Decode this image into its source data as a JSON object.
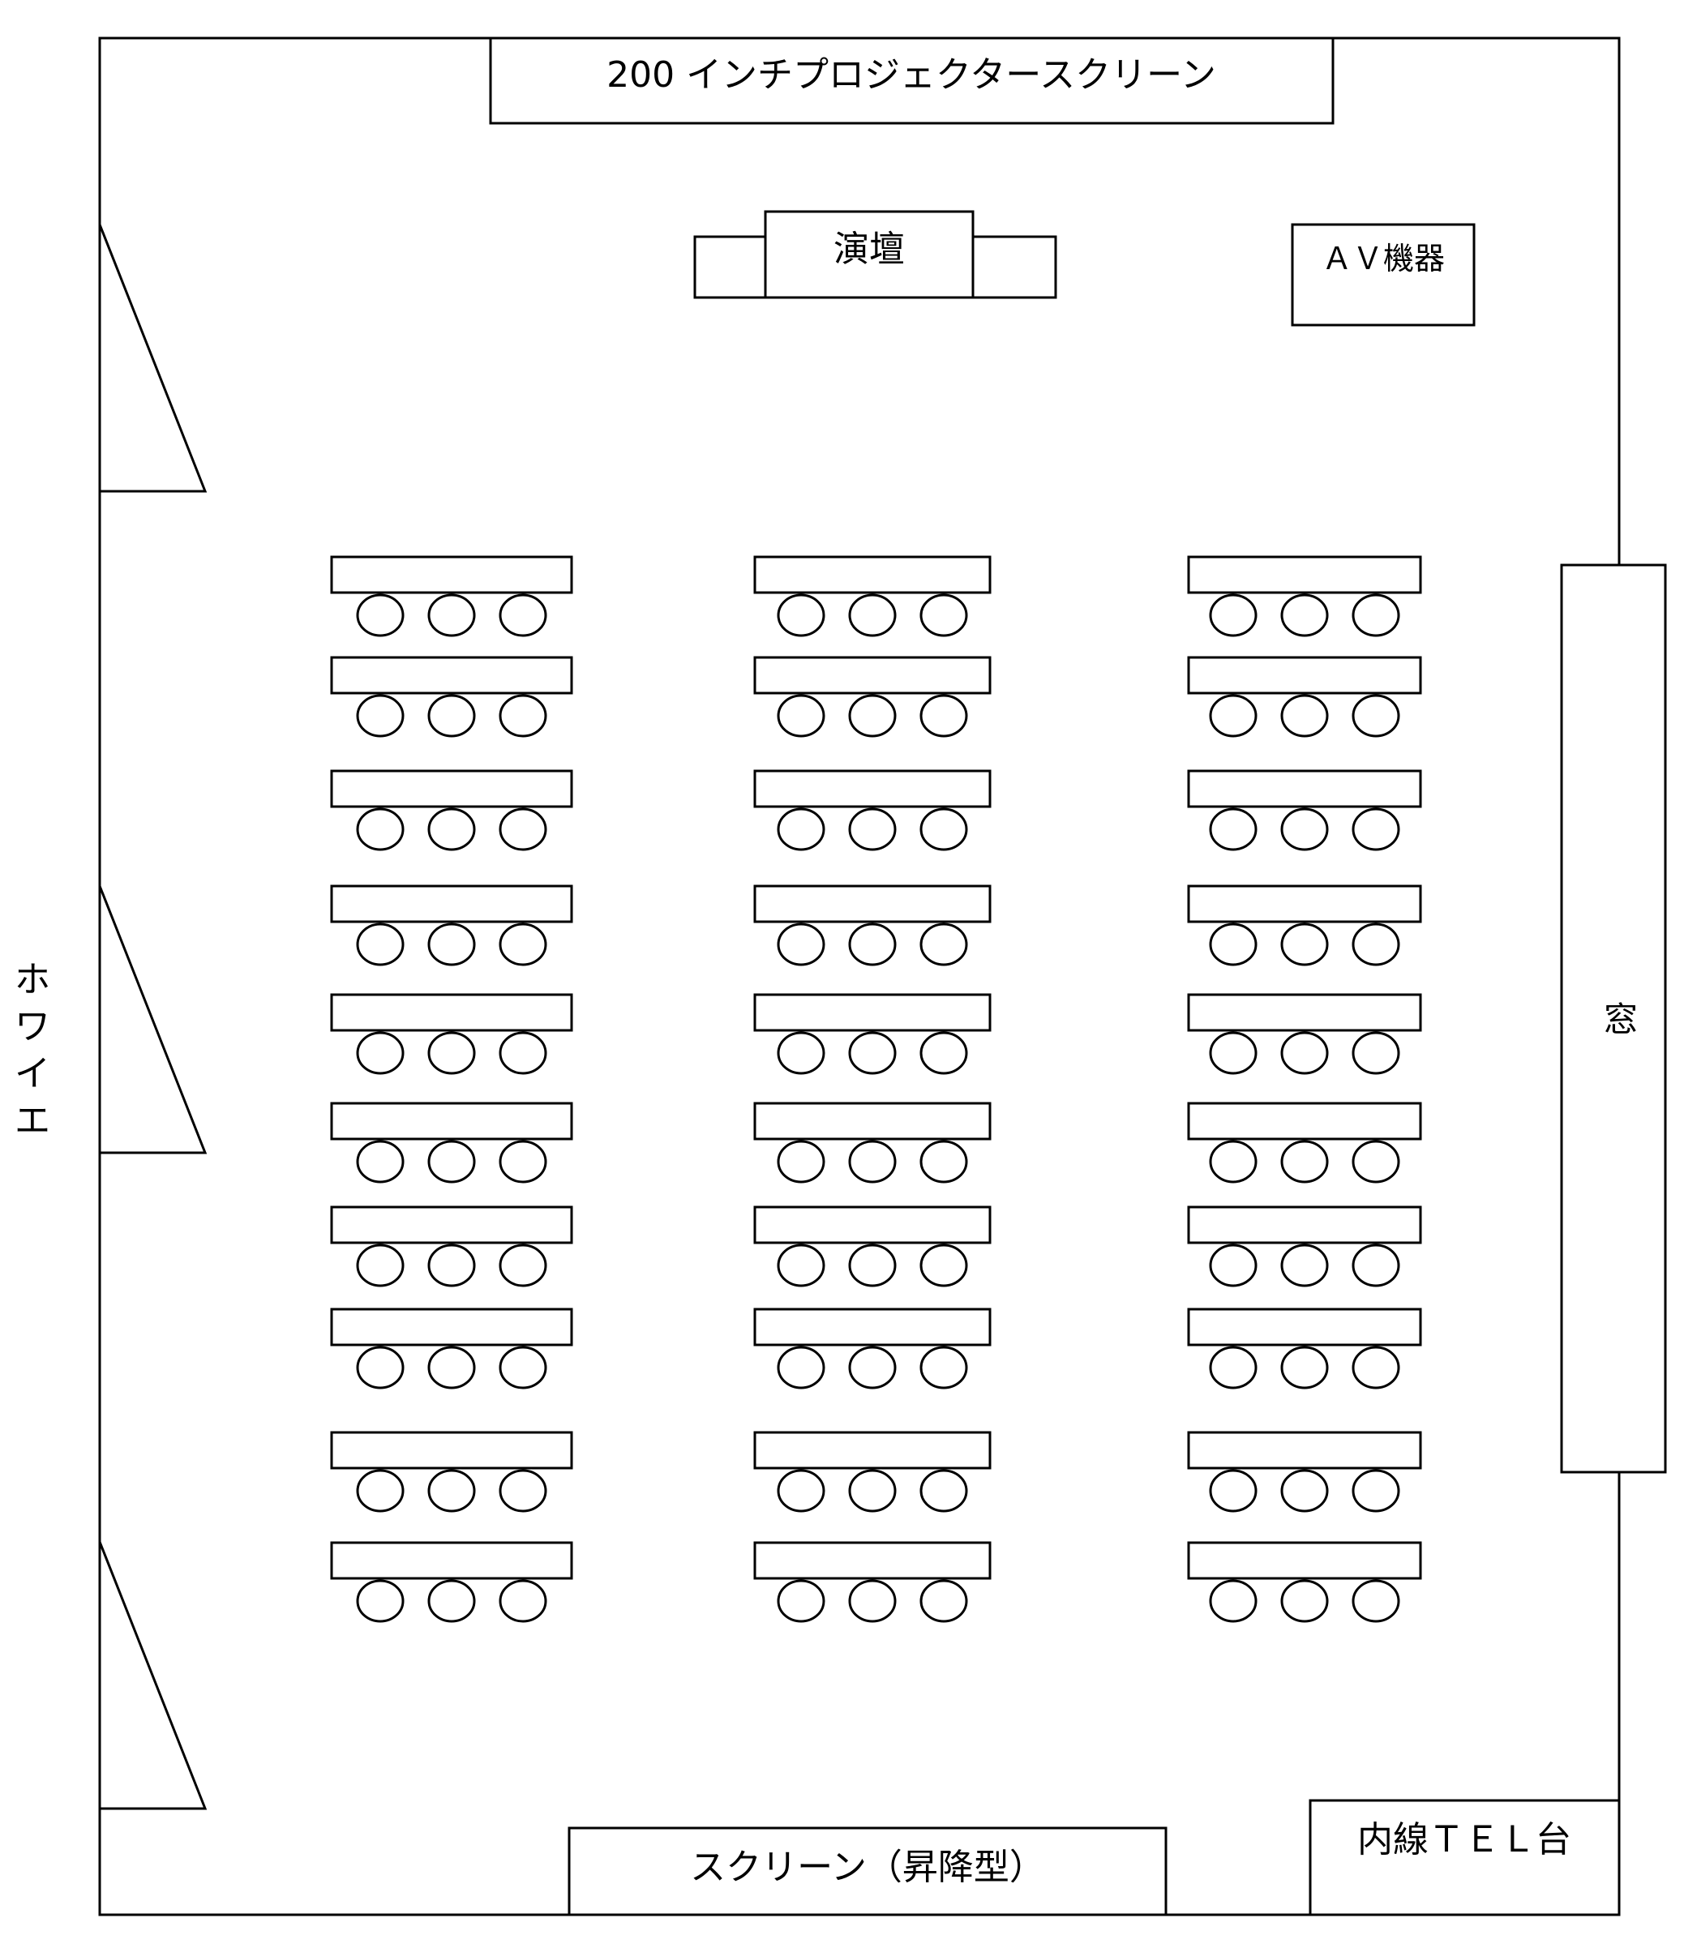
{
  "labels": {
    "projector_screen": "200 インチプロジェクタースクリーン",
    "podium": "演壇",
    "av_equipment": "ＡＶ機器",
    "window": "窓",
    "foyer_chars": [
      "ホ",
      "ワ",
      "イ",
      "エ"
    ],
    "lift_screen": "スクリーン（昇降型）",
    "tel_stand": "内線ＴＥＬ台"
  },
  "seating": {
    "columns": 3,
    "rows_per_column": 10,
    "chairs_per_table": 3
  }
}
